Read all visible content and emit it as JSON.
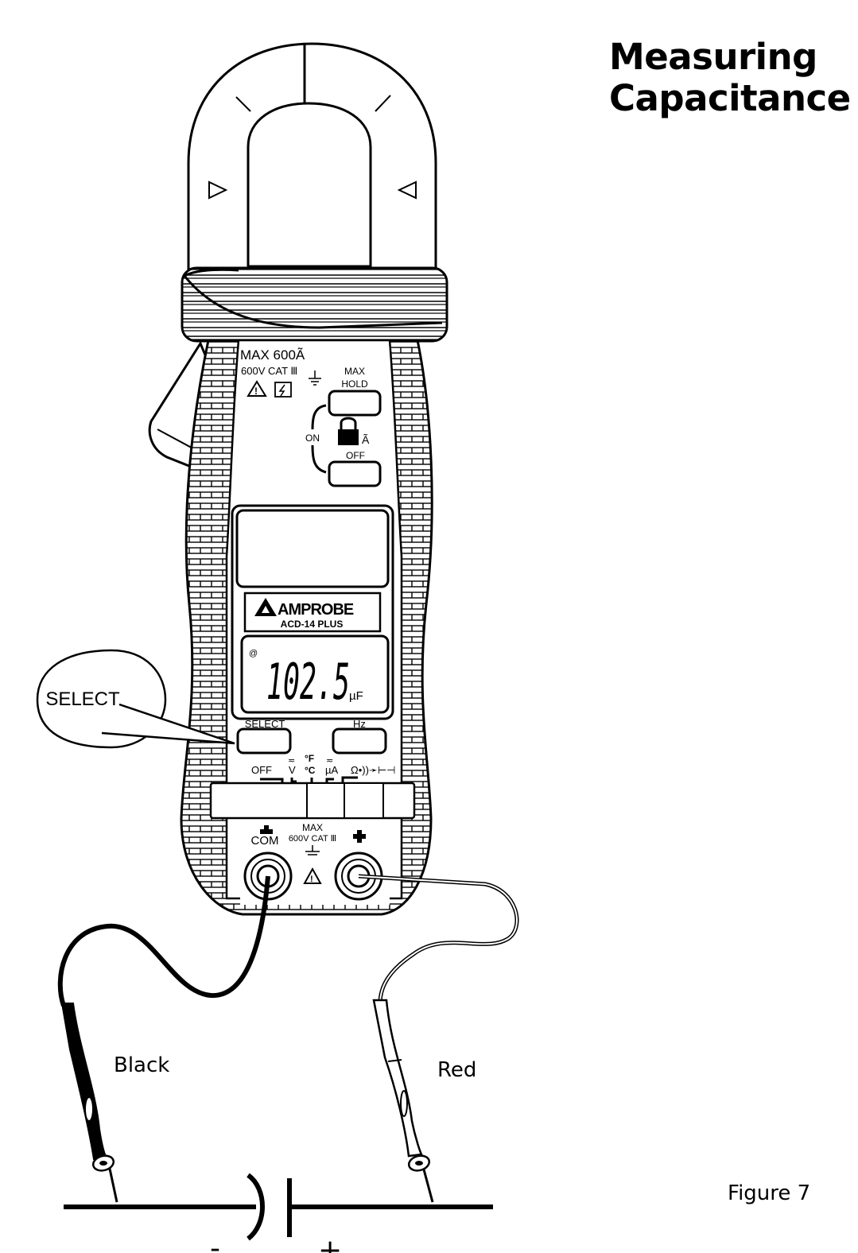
{
  "heading": {
    "line1": "Measuring",
    "line2": "Capacitance"
  },
  "figure_label": "Figure 7",
  "meter": {
    "rating_top": "MAX 600Ã",
    "cat_top": "600V CAT Ⅲ",
    "max_hold_line1": "MAX",
    "max_hold_line2": "HOLD",
    "on_label": "ON",
    "off_label": "OFF",
    "lock_symbol": "Ã",
    "brand": "AMPROBE",
    "model": "ACD-14 PLUS",
    "display_marker": "@",
    "display_value": "102.5",
    "display_unit": "µF",
    "select_label": "SELECT",
    "hz_label": "Hz",
    "dial": {
      "off": "OFF",
      "v_top": "≂",
      "v": "V",
      "f": "°F",
      "c": "°C",
      "ua_top": "≂",
      "ua": "µA",
      "ohm": "Ω•))➛⊢⊣"
    },
    "com_label": "COM",
    "max_label": "MAX",
    "cat_bottom": "600V CAT Ⅲ"
  },
  "callout": {
    "text": "SELECT"
  },
  "leads": {
    "black": "Black",
    "red": "Red"
  },
  "circuit": {
    "minus": "-",
    "plus": "+"
  }
}
